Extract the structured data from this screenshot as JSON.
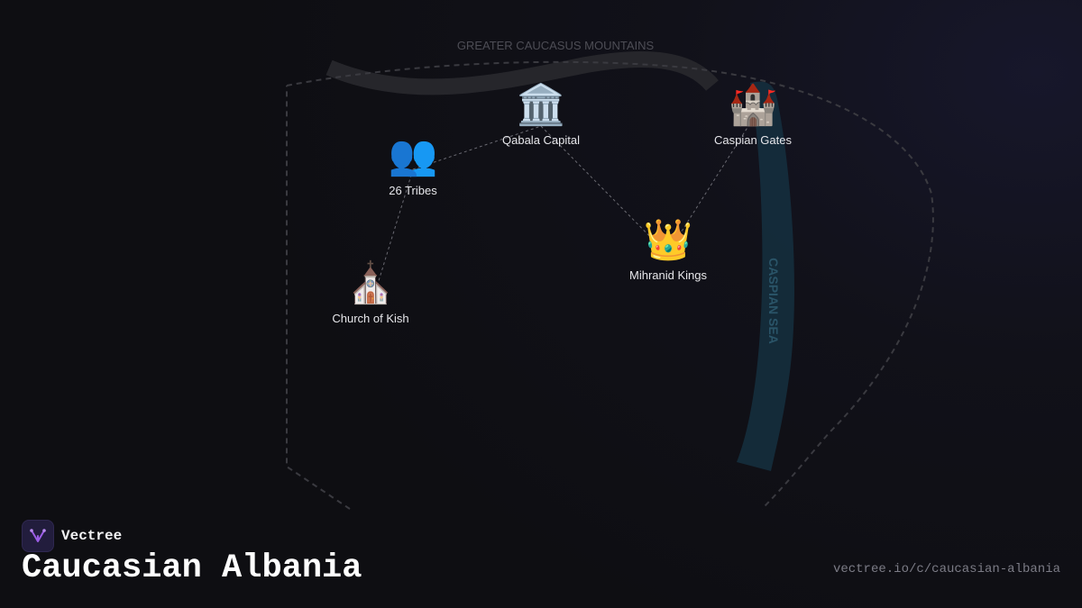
{
  "map": {
    "region_label": "GREATER CAUCASUS MOUNTAINS",
    "sea_label": "CASPIAN SEA",
    "colors": {
      "mountains": "#26262b",
      "sea": "#153040",
      "sea_label": "#2a5468",
      "border": "#3a3a40",
      "links": "#6a6a72"
    }
  },
  "nodes": [
    {
      "id": "qabala",
      "label": "Qabala Capital",
      "icon": "classical-building-icon",
      "glyph": "🏛️"
    },
    {
      "id": "caspian-gates",
      "label": "Caspian Gates",
      "icon": "castle-icon",
      "glyph": "🏰"
    },
    {
      "id": "tribes",
      "label": "26 Tribes",
      "icon": "people-icon",
      "glyph": "👥"
    },
    {
      "id": "mihranid",
      "label": "Mihranid Kings",
      "icon": "crown-icon",
      "glyph": "👑"
    },
    {
      "id": "kish",
      "label": "Church of Kish",
      "icon": "church-icon",
      "glyph": "⛪"
    }
  ],
  "links": [
    [
      "tribes",
      "qabala"
    ],
    [
      "qabala",
      "mihranid"
    ],
    [
      "mihranid",
      "caspian-gates"
    ],
    [
      "tribes",
      "kish"
    ]
  ],
  "brand": {
    "name": "Vectree",
    "logo_icon": "vectree-logo-icon",
    "logo_color": "#9b5de5"
  },
  "page": {
    "title": "Caucasian Albania",
    "url": "vectree.io/c/caucasian-albania"
  }
}
